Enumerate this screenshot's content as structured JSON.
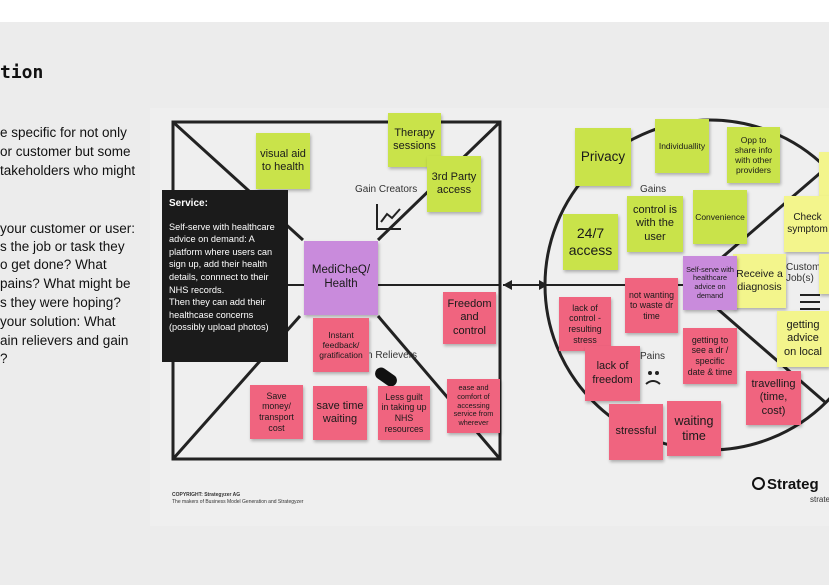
{
  "page": {
    "heading": "tion",
    "intro_lines": [
      "e specific for not only",
      "or customer but some",
      "takeholders who might",
      "",
      "your customer or user:",
      "s the job or task they",
      "o get done? What",
      " pains? What might be",
      "s they were hoping?",
      " your solution: What",
      "ain relievers and gain",
      "?"
    ]
  },
  "value_map": {
    "gain_creators_label": "Gain Creators",
    "pain_relievers_label": "n Relievers",
    "product": "MediCheQ/\nHealth",
    "service_title": "Service:",
    "service_body": "Self-serve with healthcare advice on demand: A platform where users can sign up, add their health details, connnect to their NHS records.\nThen they can add their healthcase concerns (possibly upload photos)",
    "stickies": {
      "visual_aid": "visual aid to health",
      "therapy": "Therapy sessions",
      "third_party": "3rd Party access",
      "instant_feedback": "Instant feedback/ gratification",
      "freedom_control": "Freedom and control",
      "save_money": "Save money/ transport cost",
      "save_time": "save time waiting",
      "less_guilt": "Less guilt in taking up NHS resources",
      "ease_comfort": "ease and comfort of accessing service from wherever"
    }
  },
  "customer_profile": {
    "gains_label": "Gains",
    "pains_label": "Pains",
    "jobs_label": "Custom\nJob(s)",
    "stickies": {
      "privacy": "Privacy",
      "individuality": "Individuallity",
      "share_info": "Opp to share info with other providers",
      "access_247": "24/7 access",
      "control_user": "control is with the user",
      "convenience": "Convenience",
      "check_symptoms": "Check symptom",
      "receive_diagnosis": "Receive a diagnosis",
      "self_serve": "Self-serve with healthcare advice on demand",
      "getting_advice": "getting advice on local",
      "not_wanting": "not wanting to waste dr time",
      "lack_control": "lack of control - resulting stress",
      "getting_to_see": "getting to see a dr / specific date & time",
      "lack_freedom": "lack of freedom",
      "stressful": "stressful",
      "waiting_time": "waiting time",
      "travelling": "travelling (time, cost)"
    }
  },
  "footer": {
    "copyright_line1": "COPYRIGHT: Strategyzer AG",
    "copyright_line2": "The makers of Business Model Generation and Strategyzer",
    "brand": "Strateg",
    "brand_url": "strate"
  },
  "colors": {
    "lime": "#c9e34a",
    "yellow": "#f3f58c",
    "pink": "#f0647f",
    "purple": "#c98bdc",
    "service_box": "#1b1b1b"
  }
}
